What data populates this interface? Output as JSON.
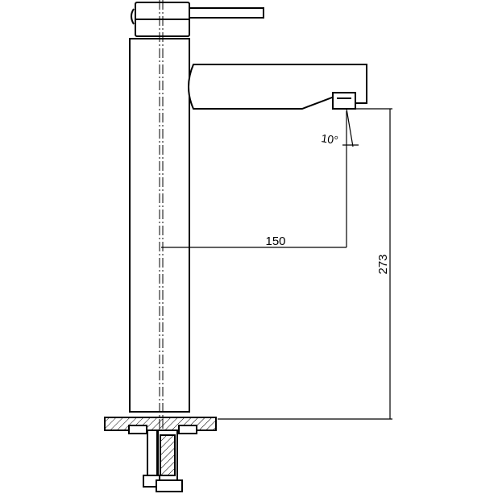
{
  "drawing": {
    "dimensions": {
      "spout_reach": "150",
      "spout_height": "273",
      "spout_angle": "10°"
    },
    "colors": {
      "line": "#000000",
      "background": "#ffffff"
    }
  }
}
